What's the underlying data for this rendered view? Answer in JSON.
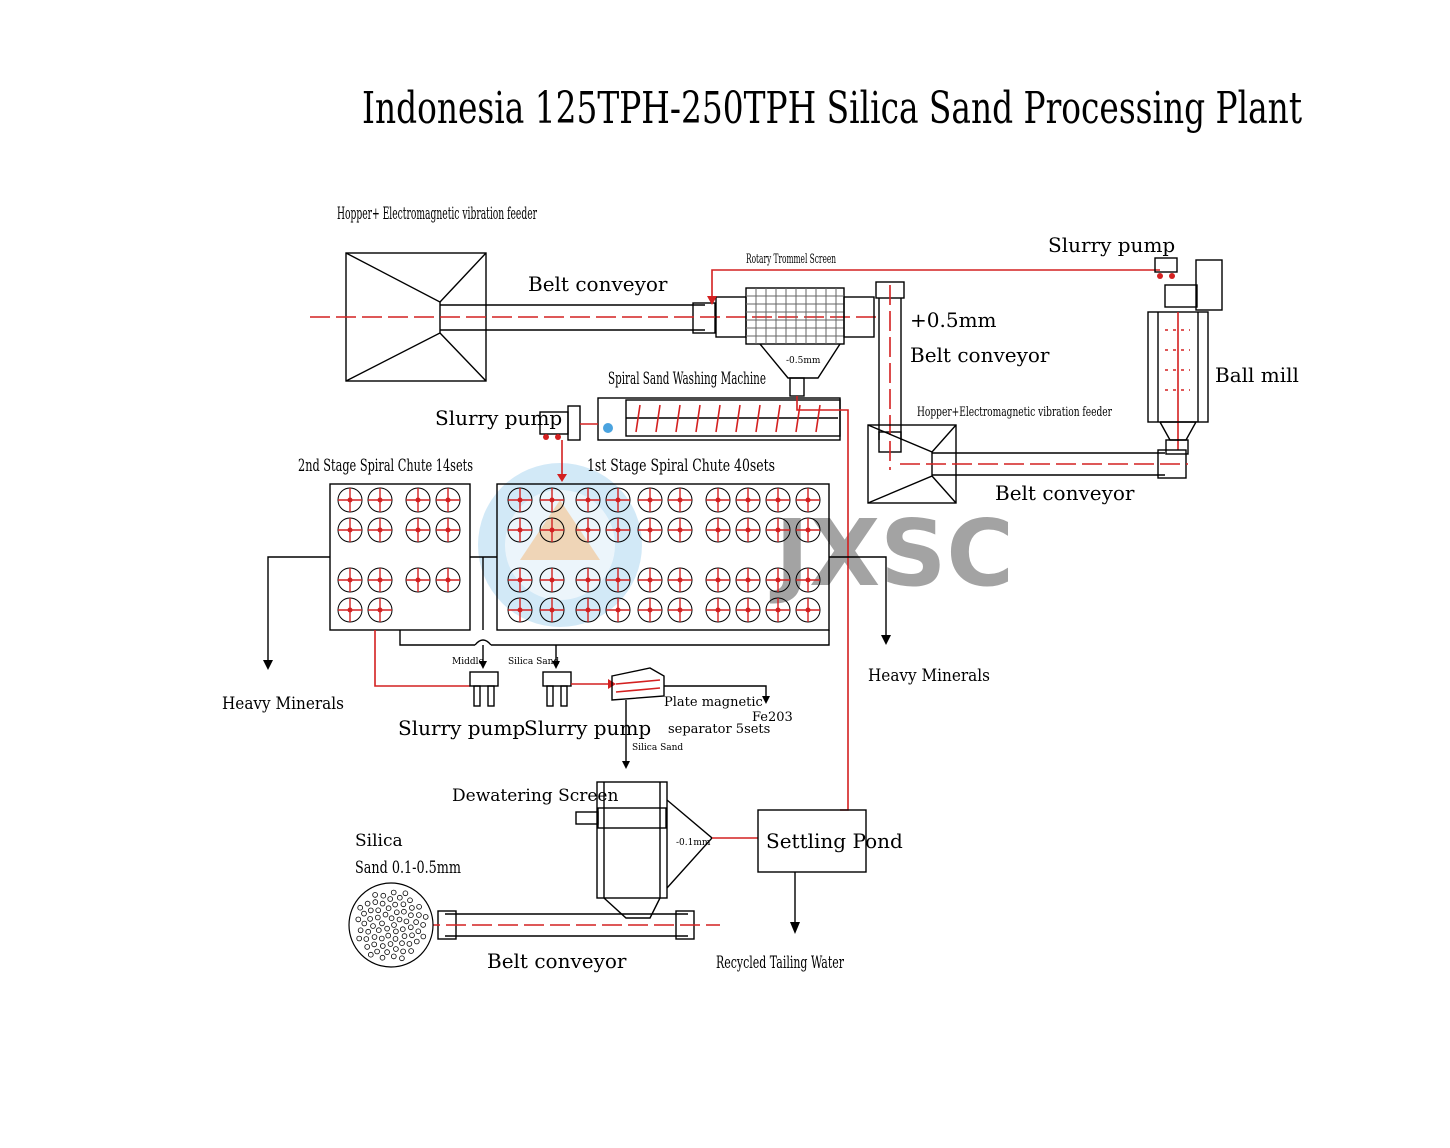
{
  "title": "Indonesia 125TPH-250TPH Silica Sand Processing Plant",
  "watermark": "JXSC",
  "labels": {
    "hopper_feeder_1": "Hopper+ Electromagnetic vibration feeder",
    "belt_conveyor_1": "Belt conveyor",
    "rotary_trommel": "Rotary Trommel Screen",
    "trommel_undersize": "-0.5mm",
    "slurry_pump_top": "Slurry pump",
    "plus_05": "+0.5mm",
    "belt_conveyor_2": "Belt conveyor",
    "ball_mill": "Ball mill",
    "spiral_washer": "Spiral Sand Washing Machine",
    "slurry_pump_washer": "Slurry pump",
    "hopper_feeder_2": "Hopper+Electromagnetic vibration feeder",
    "belt_conveyor_3": "Belt conveyor",
    "stage2": "2nd Stage Spiral Chute 14sets",
    "stage1": "1st Stage Spiral Chute 40sets",
    "heavy_left": "Heavy Minerals",
    "heavy_right": "Heavy Minerals",
    "middle": "Middle",
    "silica_sand_small": "Silica Sand",
    "slurry_pump_1": "Slurry pump",
    "slurry_pump_2": "Slurry pump",
    "plate_mag_1": "Plate magnetic",
    "plate_mag_2": "separator 5sets",
    "fe2o3": "Fe203",
    "silica_sand_small_2": "Silica Sand",
    "dewatering": "Dewatering Screen",
    "dewater_under": "-0.1mm",
    "settling_pond": "Settling Pond",
    "silica_product_1": "Silica",
    "silica_product_2": "Sand 0.1-0.5mm",
    "belt_conveyor_4": "Belt conveyor",
    "recycled": "Recycled Tailing Water"
  },
  "colors": {
    "flow_line": "#d32020",
    "equipment": "#000000",
    "watermark_blue": "#4aa3df",
    "watermark_grey": "#9a9a9a"
  }
}
